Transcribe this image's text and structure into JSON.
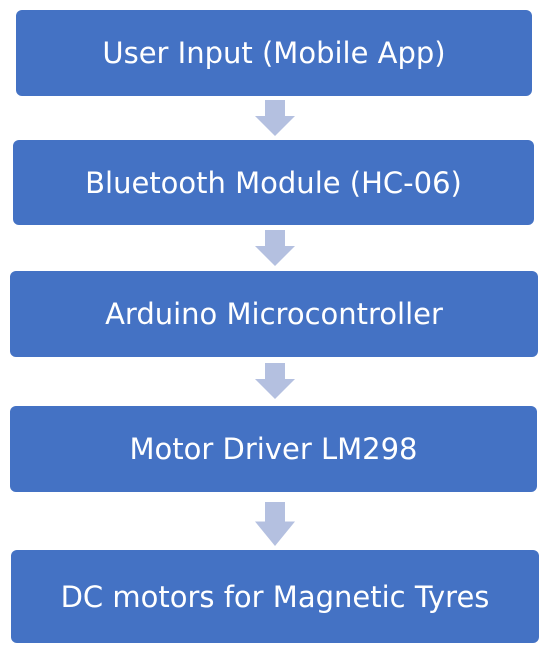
{
  "flowchart": {
    "steps": [
      {
        "label": "User Input (Mobile App)"
      },
      {
        "label": "Bluetooth Module (HC-06)"
      },
      {
        "label": "Arduino Microcontroller"
      },
      {
        "label": "Motor Driver LM298"
      },
      {
        "label": "DC motors for Magnetic Tyres"
      }
    ],
    "colors": {
      "box_fill": "#4472C4",
      "box_text": "#FFFFFF",
      "arrow_fill": "#B4C0E0"
    },
    "connectors": [
      "down-arrow",
      "down-arrow",
      "down-arrow",
      "down-arrow"
    ]
  }
}
